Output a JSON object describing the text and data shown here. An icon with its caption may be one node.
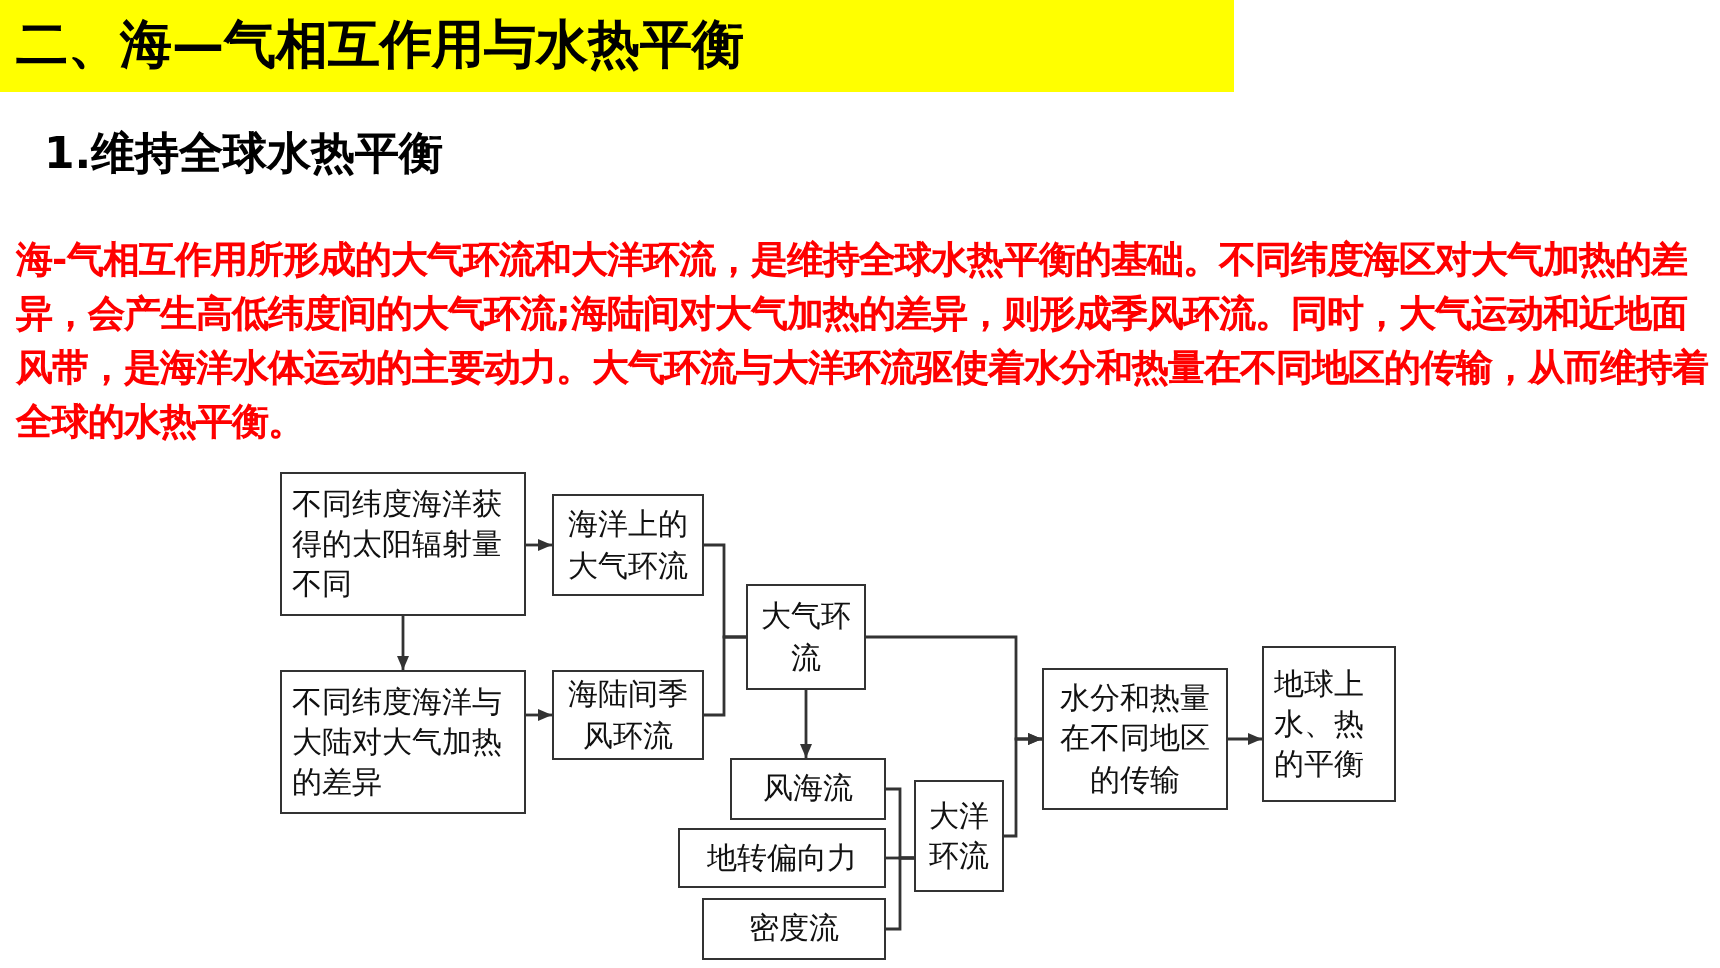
{
  "diagram": {
    "title": "二、海—气相互作用与水热平衡",
    "nodes": [
      {
        "text": [
          "不同纬度海洋获得的太阳辐射量不同"
        ]
      },
      {
        "text": [
          "海洋上的大气环流"
        ]
      },
      {
        "text": [
          "大气环流"
        ]
      },
      {
        "text": [
          "不同纬度海洋与大陆对大气加热的差异"
        ]
      },
      {
        "text": [
          "海陆间季风环流"
        ]
      },
      {
        "text": [
          "水分和热量在不同地区的传输"
        ]
      },
      {
        "text": [
          "地球上水、热的平衡"
        ]
      },
      {
        "text": [
          "风海流"
        ]
      },
      {
        "text": [
          "地转偏向力"
        ]
      },
      {
        "text": [
          "大洋环流"
        ]
      },
      {
        "text": [
          "密度流"
        ]
      }
    ],
    "edges": [
      {
        "from": 0,
        "to": 1,
        "arrow": "to"
      },
      {
        "from": 0,
        "to": 3,
        "arrow": "to"
      },
      {
        "from": 3,
        "to": 4,
        "arrow": "to"
      },
      {
        "from": 1,
        "to": 2,
        "arrow": "none"
      },
      {
        "from": 4,
        "to": 2,
        "arrow": "none"
      },
      {
        "from": 2,
        "to": 7,
        "arrow": "to"
      },
      {
        "from": 7,
        "to": 9,
        "arrow": "none"
      },
      {
        "from": 8,
        "to": 9,
        "arrow": "none"
      },
      {
        "from": 10,
        "to": 9,
        "arrow": "none"
      },
      {
        "from": 2,
        "to": 5,
        "arrow": "to"
      },
      {
        "from": 9,
        "to": 5,
        "arrow": "to"
      },
      {
        "from": 5,
        "to": 6,
        "arrow": "to"
      }
    ],
    "labels": [
      "1.维持全球水热平衡",
      "海-气相互作用所形成的大气环流和大洋环流，是维持全球水热平衡的基础。不同纬度海区对大气加热的差异，会产生高低纬度间的大气环流;海陆间对大气加热的差异，则形成季风环流。同时，大气运动和近地面风带，是海洋水体运动的主要动力。大气环流与大洋环流驱使着水分和热量在不同地区的传输，从而维持着全球的水热平衡。"
    ]
  }
}
